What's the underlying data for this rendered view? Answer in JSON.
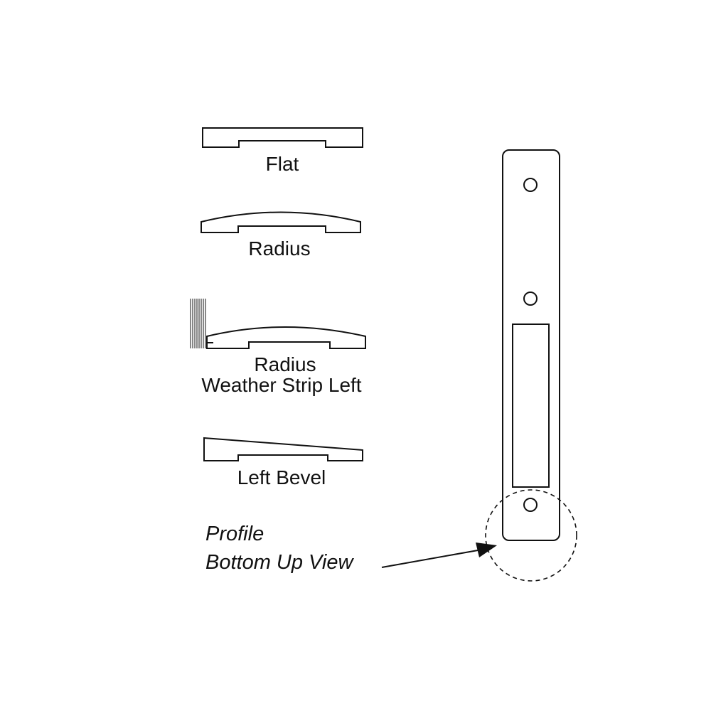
{
  "profiles": {
    "flat": "Flat",
    "radius": "Radius",
    "radius_weather_line1": "Radius",
    "radius_weather_line2": "Weather Strip Left",
    "left_bevel": "Left Bevel"
  },
  "callout": {
    "line1": "Profile",
    "line2": "Bottom Up View"
  },
  "colors": {
    "stroke": "#111111",
    "background": "#ffffff"
  }
}
